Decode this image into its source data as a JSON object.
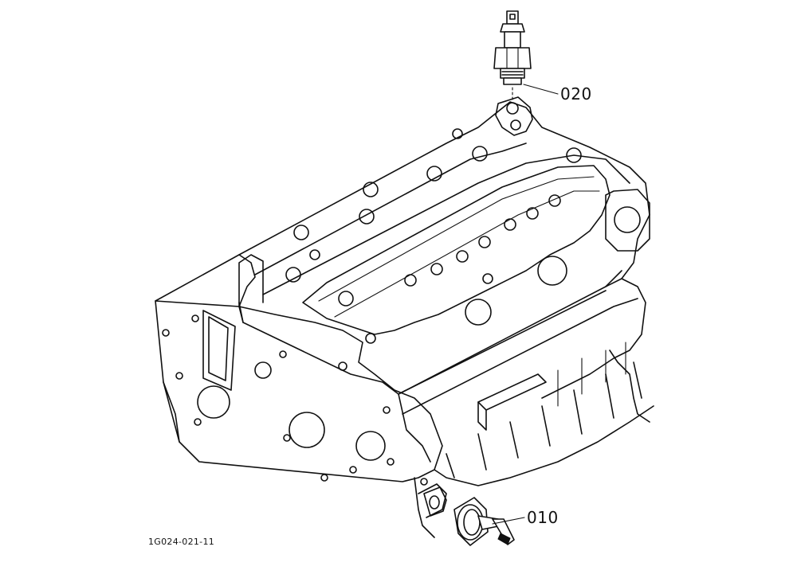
{
  "parts": [
    {
      "ref": "020",
      "name": "upper-sensor"
    },
    {
      "ref": "010",
      "name": "lower-sensor"
    }
  ],
  "drawing_code": "1G024-021-11",
  "line_color": "#111111",
  "background": "#ffffff"
}
